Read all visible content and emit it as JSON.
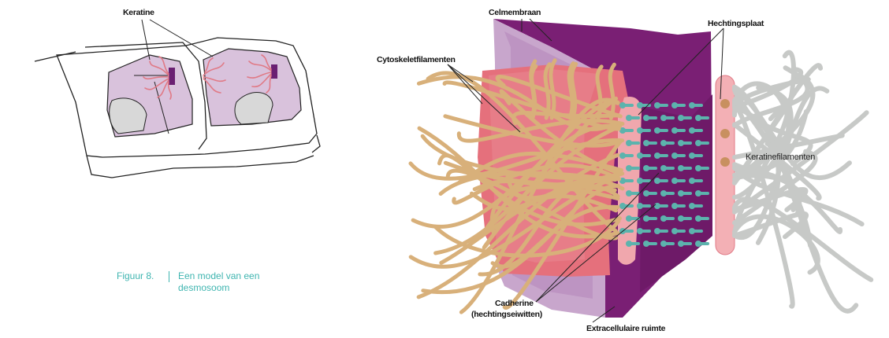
{
  "figure": {
    "number": "Figuur 8.",
    "caption": "Een model van een desmosoom"
  },
  "labels": {
    "keratine": "Keratine",
    "celmembraan": "Celmembraan",
    "hechtingsplaat": "Hechtingsplaat",
    "cytoskeletfilamenten": "Cytoskeletfilamenten",
    "keratinefilamenten": "Keratinefilamenten",
    "cadherine_line1": "Cadherine",
    "cadherine_line2": "(hechtingseiwitten)",
    "extracellulaire_ruimte": "Extracellulaire ruimte"
  },
  "colors": {
    "membrane_light": "#c8a6cc",
    "membrane_dark": "#7a1f74",
    "cytoplasm_pink": "#e5707c",
    "plaque_pink": "#f0a7ad",
    "filament_tan": "#d8b07a",
    "cadherin_teal": "#5cb3ad",
    "keratin_gray": "#c7c9c7",
    "caption_teal": "#3fb5b0"
  }
}
